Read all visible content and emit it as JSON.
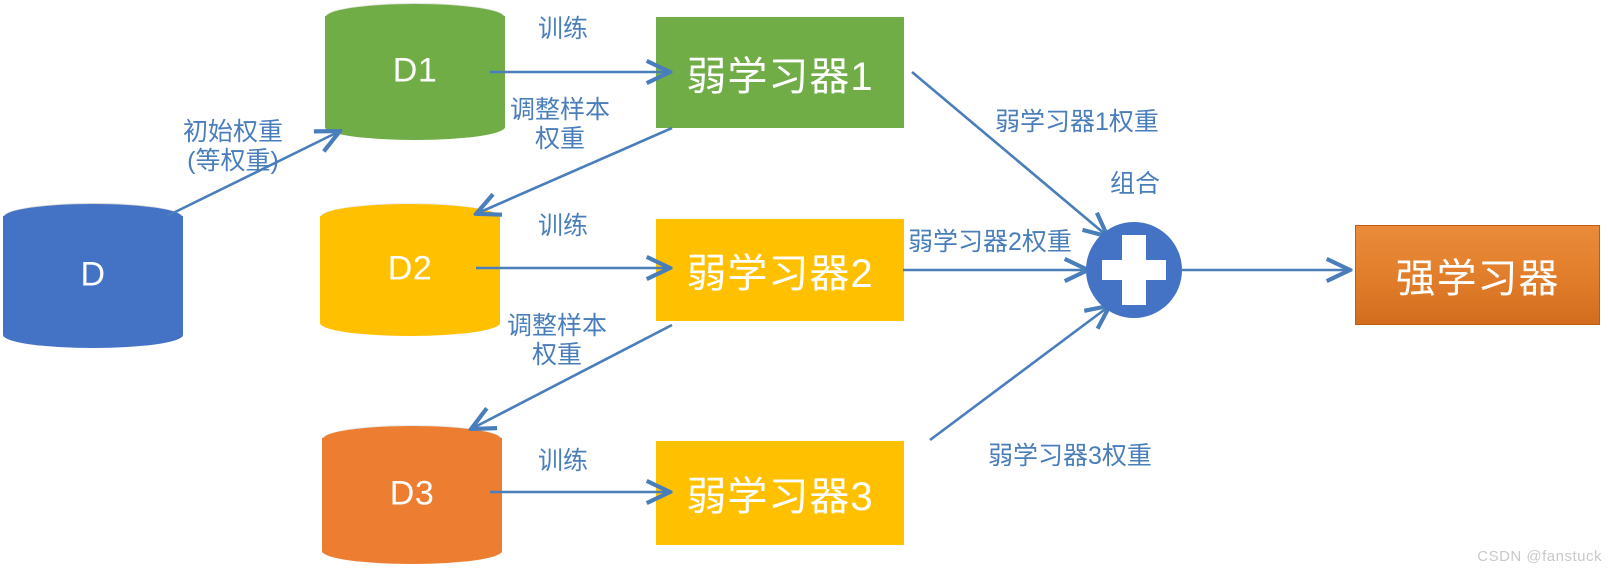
{
  "diagram": {
    "title": "Boosting / AdaBoost ensemble flow",
    "watermark": "CSDN @fanstuck",
    "colors": {
      "blue": "#4472C4",
      "green": "#70AD47",
      "yellow": "#FFC000",
      "orange": "#ED7D31",
      "orange_box_top": "#E8862E",
      "orange_box_bottom": "#D2691A",
      "arrow": "#4a7ebb",
      "text_on_shape": "#FFFFFF",
      "watermark": "#C9C9C9"
    },
    "datasets": [
      {
        "id": "d",
        "label": "D",
        "color": "blue"
      },
      {
        "id": "d1",
        "label": "D1",
        "color": "green"
      },
      {
        "id": "d2",
        "label": "D2",
        "color": "yellow"
      },
      {
        "id": "d3",
        "label": "D3",
        "color": "orange"
      }
    ],
    "learners": [
      {
        "id": "w1",
        "label": "弱学习器1",
        "color": "green"
      },
      {
        "id": "w2",
        "label": "弱学习器2",
        "color": "yellow"
      },
      {
        "id": "w3",
        "label": "弱学习器3",
        "color": "yellow"
      }
    ],
    "combine": {
      "id": "combine",
      "label": "组合",
      "icon": "plus-icon",
      "color": "blue"
    },
    "output": {
      "id": "strong",
      "label": "强学习器",
      "color": "orange"
    },
    "edge_labels": {
      "init_weight": "初始权重\n(等权重)",
      "train_1": "训练",
      "train_2": "训练",
      "train_3": "训练",
      "adjust_1": "调整样本\n权重",
      "adjust_2": "调整样本\n权重",
      "weight_1": "弱学习器1权重",
      "weight_2": "弱学习器2权重",
      "weight_3": "弱学习器3权重",
      "combine_label": "组合"
    }
  }
}
